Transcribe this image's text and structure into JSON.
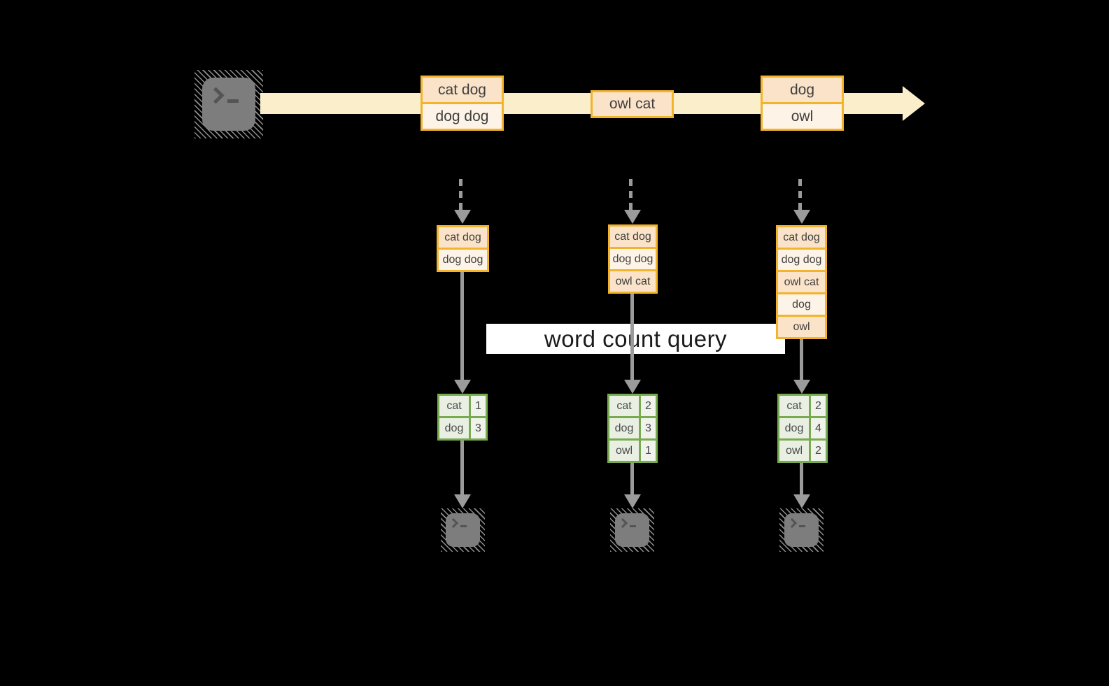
{
  "label": {
    "query": "word count query"
  },
  "stream": {
    "batches": [
      {
        "items": [
          "cat dog",
          "dog dog"
        ]
      },
      {
        "items": [
          "owl cat"
        ]
      },
      {
        "items": [
          "dog",
          "owl"
        ]
      }
    ]
  },
  "columns": [
    {
      "buffer": [
        "cat dog",
        "dog dog"
      ],
      "counts": [
        [
          "cat",
          "1"
        ],
        [
          "dog",
          "3"
        ]
      ]
    },
    {
      "buffer": [
        "cat dog",
        "dog dog",
        "owl cat"
      ],
      "counts": [
        [
          "cat",
          "2"
        ],
        [
          "dog",
          "3"
        ],
        [
          "owl",
          "1"
        ]
      ]
    },
    {
      "buffer": [
        "cat dog",
        "dog dog",
        "owl cat",
        "dog",
        "owl"
      ],
      "counts": [
        [
          "cat",
          "2"
        ],
        [
          "dog",
          "4"
        ],
        [
          "owl",
          "2"
        ]
      ]
    }
  ],
  "icons": {
    "source": "terminal-icon",
    "sink": "terminal-icon"
  },
  "colors": {
    "background": "#000000",
    "stream_arrow": "#fbeecb",
    "box_border_gold": "#f2b42d",
    "cell_peach": "#fae3c8",
    "cell_cream": "#fdf3e6",
    "table_border_green": "#78ab50",
    "table_cell_word": "#e9efe2",
    "table_cell_count": "#eff3eb",
    "connector_gray": "#9b9b9b",
    "label_band": "#ffffff",
    "terminal_gray": "#7d7d7d"
  }
}
